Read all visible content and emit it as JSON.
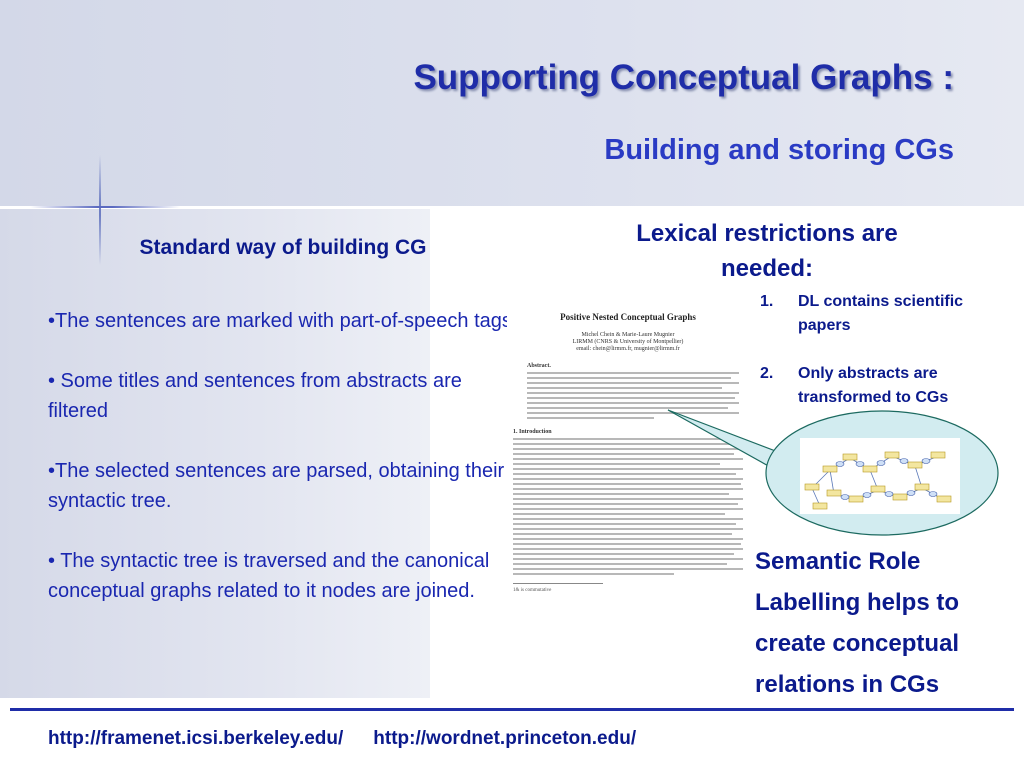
{
  "header": {
    "title": "Supporting Conceptual Graphs :",
    "subtitle": "Building and storing CGs"
  },
  "left": {
    "heading": "Standard way of building CG",
    "bullets": [
      "•The sentences are marked with part-of-speech tags.",
      "• Some titles and sentences from abstracts are filtered",
      "•The selected sentences are parsed, obtaining their syntactic tree.",
      "• The syntactic tree is traversed and the canonical conceptual graphs related to it nodes are joined."
    ]
  },
  "paper": {
    "title": "Positive Nested Conceptual Graphs",
    "authors": "Michel Chein & Marie-Laure Mugnier",
    "affiliation": "LIRMM (CNRS & University of Montpellier)",
    "email": "email: chein@lirmm.fr, mugnier@lirmm.fr",
    "abstract_label": "Abstract.",
    "intro_label": "1.  Introduction",
    "footnote": "1& is commutative"
  },
  "right": {
    "heading": "Lexical restrictions are needed:",
    "items": [
      {
        "num": "1.",
        "text": "DL contains scientific papers"
      },
      {
        "num": "2.",
        "text": "Only abstracts are transformed to CGs"
      }
    ],
    "srl": "Semantic Role Labelling helps to create conceptual relations in CGs"
  },
  "footer": {
    "link1": "http://framenet.icsi.berkeley.edu/",
    "link2": "http://wordnet.princeton.edu/"
  },
  "colors": {
    "title": "#1f2da8",
    "heading": "#0b1a8c",
    "bullet_text": "#1a27b0",
    "callout_fill": "#d2ecf0",
    "callout_stroke": "#1c6a60"
  }
}
